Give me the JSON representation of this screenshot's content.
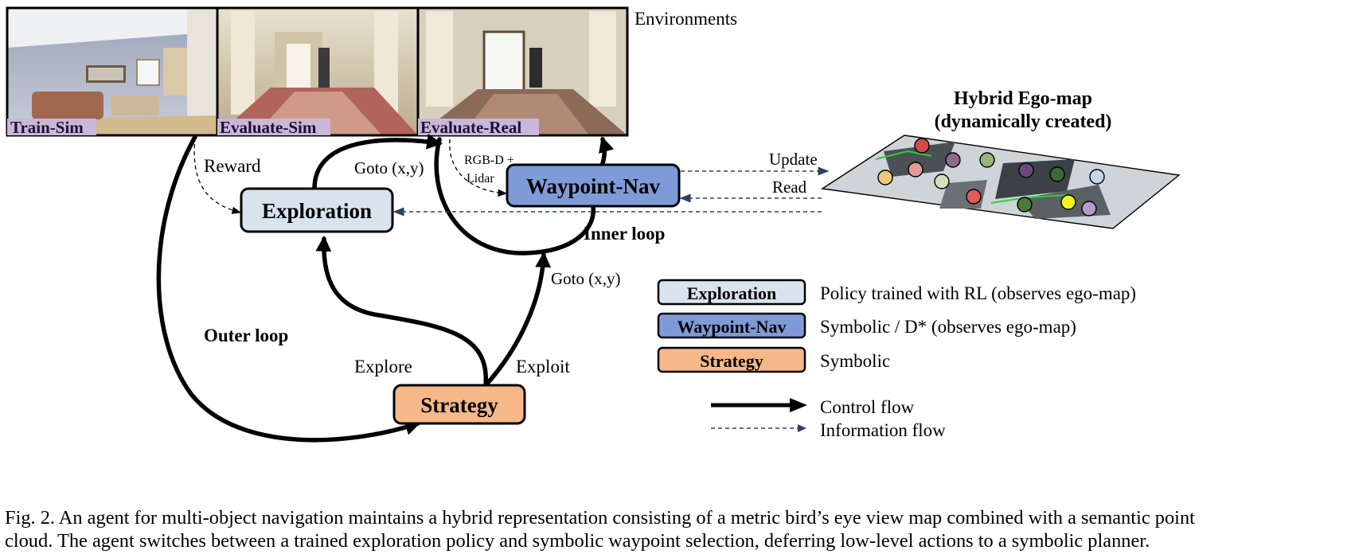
{
  "environments": {
    "title": "Environments",
    "panels": [
      {
        "label": "Train-Sim"
      },
      {
        "label": "Evaluate-Sim"
      },
      {
        "label": "Evaluate-Real"
      }
    ]
  },
  "nodes": {
    "exploration": "Exploration",
    "waypoint_nav": "Waypoint-Nav",
    "strategy": "Strategy"
  },
  "edge_labels": {
    "reward": "Reward",
    "goto_top": "Goto (x,y)",
    "rgbd_line1": "RGB-D +",
    "rgbd_line2": "Lidar",
    "inner_loop": "Inner loop",
    "outer_loop": "Outer loop",
    "goto_mid": "Goto (x,y)",
    "explore": "Explore",
    "exploit": "Exploit",
    "update": "Update",
    "read": "Read"
  },
  "ego_map": {
    "title_line1": "Hybrid Ego-map",
    "title_line2": "(dynamically created)"
  },
  "legend": {
    "items": [
      {
        "box": "Exploration",
        "text": "Policy trained with RL (observes ego-map)"
      },
      {
        "box": "Waypoint-Nav",
        "text": "Symbolic / D* (observes ego-map)"
      },
      {
        "box": "Strategy",
        "text": "Symbolic"
      }
    ],
    "control_flow": "Control flow",
    "information_flow": "Information flow"
  },
  "colors": {
    "exploration_fill": "#d9e3ee",
    "waypoint_fill": "#7f9bd7",
    "strategy_fill": "#f6b889",
    "info_line": "#2d3f66"
  },
  "caption": {
    "line1": "Fig. 2.   An agent for multi-object navigation maintains a hybrid representation consisting of a metric bird’s eye view map combined with a semantic point",
    "line2": "cloud. The agent switches between a trained exploration policy and symbolic waypoint selection, deferring low-level actions to a symbolic planner."
  }
}
